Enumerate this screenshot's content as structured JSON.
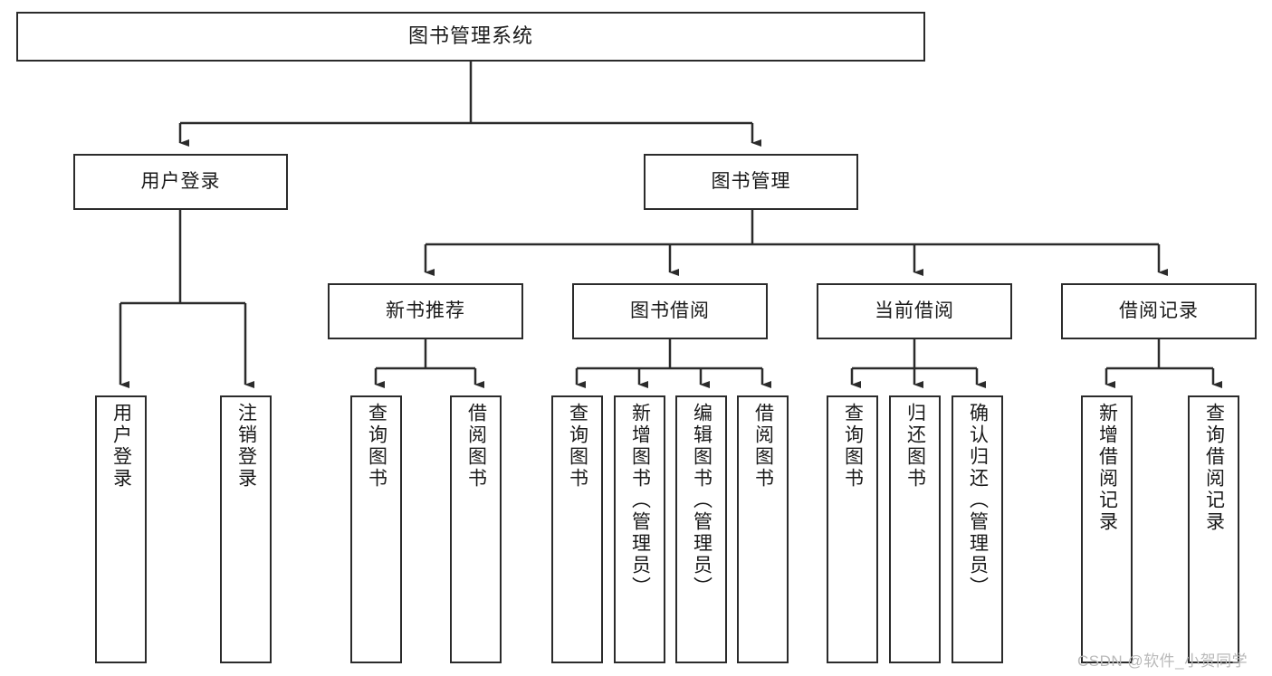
{
  "diagram": {
    "title": "图书管理系统",
    "type": "tree-hierarchy-chart",
    "colors": {
      "stroke": "#2b2b2b",
      "fill": "#ffffff",
      "text": "#1a1a1a",
      "watermark": "#b9b9b9"
    },
    "levels": {
      "root": {
        "label": "图书管理系统"
      },
      "level2": [
        {
          "label": "用户登录"
        },
        {
          "label": "图书管理"
        }
      ],
      "level3": [
        {
          "label": "新书推荐"
        },
        {
          "label": "图书借阅"
        },
        {
          "label": "当前借阅"
        },
        {
          "label": "借阅记录"
        }
      ],
      "leaves": {
        "user_login": [
          {
            "label": "用户登录"
          },
          {
            "label": "注销登录"
          }
        ],
        "new_book_rec": [
          {
            "label": "查询图书"
          },
          {
            "label": "借阅图书"
          }
        ],
        "book_borrow": [
          {
            "label": "查询图书"
          },
          {
            "label": "新增图书（管理员）"
          },
          {
            "label": "编辑图书（管理员）"
          },
          {
            "label": "借阅图书"
          }
        ],
        "current_borrow": [
          {
            "label": "查询图书"
          },
          {
            "label": "归还图书"
          },
          {
            "label": "确认归还（管理员）"
          }
        ],
        "borrow_record": [
          {
            "label": "新增借阅记录"
          },
          {
            "label": "查询借阅记录"
          }
        ]
      }
    },
    "watermark": "CSDN @软件_小贺同学"
  }
}
